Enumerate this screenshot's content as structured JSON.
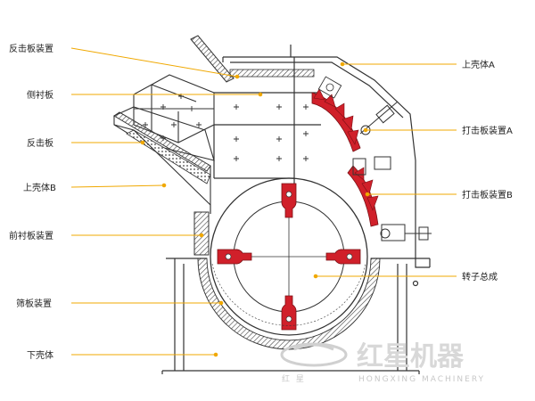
{
  "labels": {
    "fanjiban_zhuangzhi": "反击板装置",
    "ce_chen_ban": "侧衬板",
    "fanjiban": "反击板",
    "shang_ke_ti_b": "上壳体B",
    "qian_chen_ban": "前衬板装置",
    "shai_ban": "筛板装置",
    "xia_ke_ti": "下壳体",
    "shang_ke_ti_a": "上壳体A",
    "daji_a": "打击板装置A",
    "daji_b": "打击板装置B",
    "zhuanzi": "转子总成"
  },
  "watermark": {
    "brand_cn": "红星机器",
    "brand_en": "HONGXING MACHINERY",
    "url_hint": "红    星"
  },
  "colors": {
    "leader": "#f0a800",
    "outline": "#333333",
    "hammer": "#d0202a",
    "hatch": "#555555",
    "watermark": "#d0d0d0"
  }
}
